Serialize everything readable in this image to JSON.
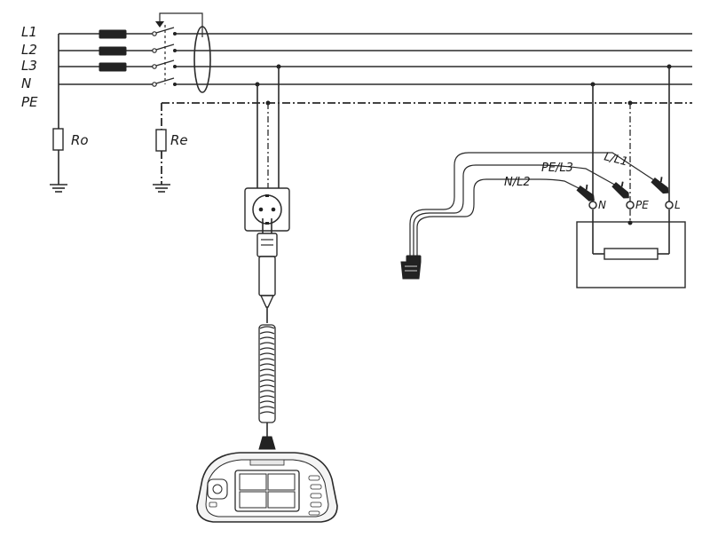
{
  "mains_lines": [
    "L1",
    "L2",
    "L3",
    "N",
    "PE"
  ],
  "resistors": {
    "ro": "Ro",
    "re": "Re"
  },
  "probe_leads": {
    "l_l1": "L/L1",
    "pe_l3": "PE/L3",
    "n_l2": "N/L2"
  },
  "terminals": [
    "N",
    "PE",
    "L"
  ],
  "colors": {
    "ink": "#2a2a2a",
    "background": "#ffffff"
  },
  "icons": [
    "fuse-icon",
    "switch-icon",
    "rcd-toroid-icon",
    "socket-outlet-icon",
    "schuko-plug-icon",
    "coiled-cable-icon",
    "crocodile-clip-icon",
    "ground-icon",
    "test-instrument-icon"
  ]
}
